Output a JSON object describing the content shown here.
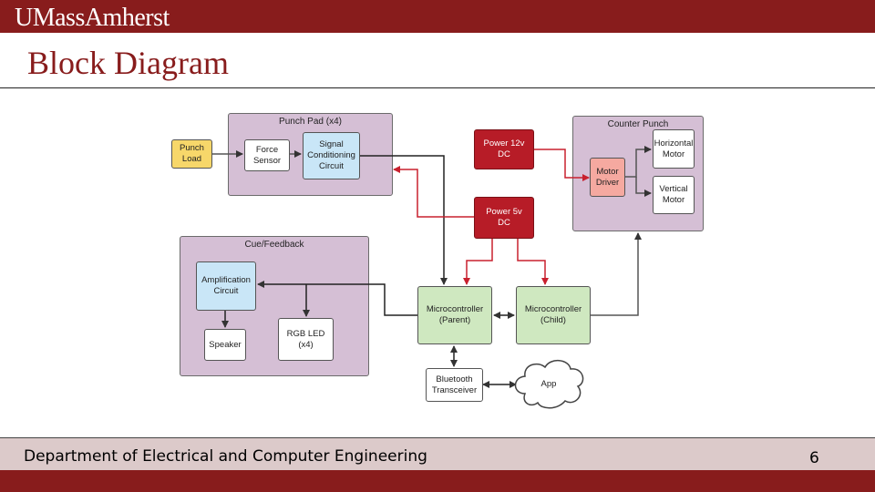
{
  "header": {
    "brand": "UMassAmherst",
    "title": "Block Diagram"
  },
  "footer": {
    "department": "Department of Electrical and Computer Engineering",
    "page_number": "6"
  },
  "colors": {
    "maroon": "#881c1c",
    "group": "#d5bfd5",
    "power_wire": "#c8202e",
    "signal_wire": "#333333"
  },
  "groups": {
    "punch_pad": "Punch Pad (x4)",
    "counter_punch": "Counter Punch",
    "cue_feedback": "Cue/Feedback"
  },
  "blocks": {
    "punch_load": "Punch\nLoad",
    "force_sensor": "Force\nSensor",
    "signal_conditioning": "Signal\nConditioning\nCircuit",
    "power_12v": "Power 12v\nDC",
    "power_5v": "Power 5v\nDC",
    "motor_driver": "Motor\nDriver",
    "horizontal_motor": "Horizontal\nMotor",
    "vertical_motor": "Vertical\nMotor",
    "amplification": "Amplification\nCircuit",
    "speaker": "Speaker",
    "rgb_led": "RGB LED\n(x4)",
    "mcu_parent": "Microcontroller\n(Parent)",
    "mcu_child": "Microcontroller\n(Child)",
    "bluetooth": "Bluetooth\nTransceiver",
    "app": "App"
  }
}
